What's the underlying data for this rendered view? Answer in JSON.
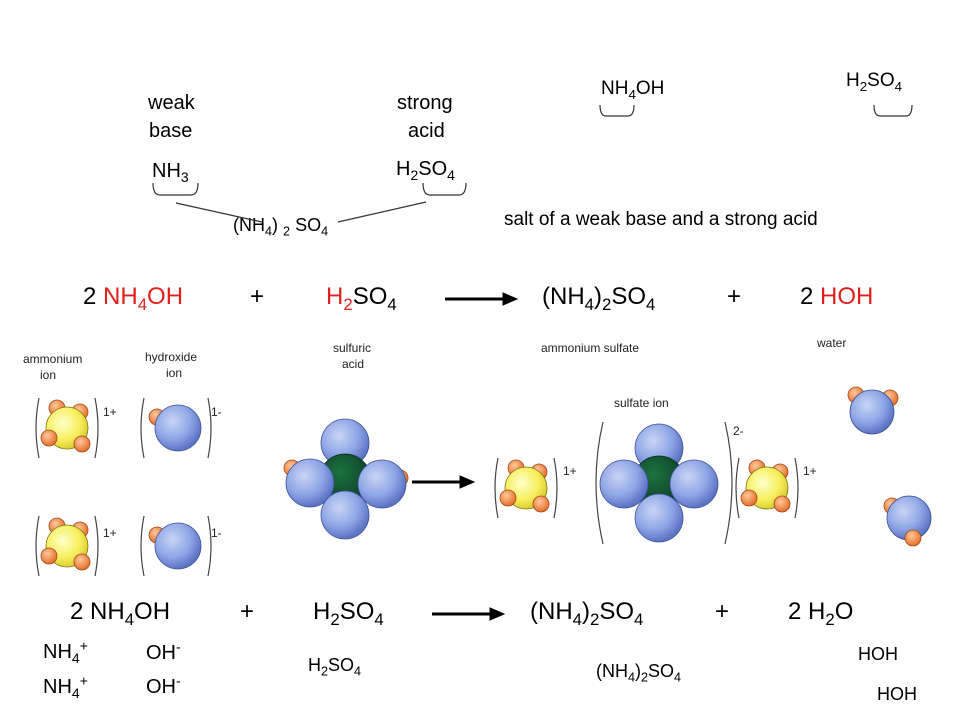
{
  "top": {
    "weak_base_line1": "weak",
    "weak_base_line2": "base",
    "strong_acid_line1": "strong",
    "strong_acid_line2": "acid",
    "nh3": {
      "main": "NH",
      "sub": "3"
    },
    "h2so4_left": {
      "a": "H",
      "sub": "2",
      "b": "SO",
      "sub2": "4"
    },
    "salt_formula": {
      "a": "(NH",
      "sub1": "4",
      "b": ")",
      "sub2": "2",
      "c": "SO",
      "sub3": "4"
    },
    "nh4oh_top": {
      "a": "NH",
      "sub": "4",
      "b": "OH"
    },
    "h2so4_top": {
      "a": "H",
      "sub": "2",
      "b": "SO",
      "sub2": "4"
    },
    "salt_description": "salt of a weak base and a strong acid"
  },
  "equation1": {
    "coef1": "2",
    "reactant1": {
      "a": "NH",
      "sub": "4",
      "b": "OH"
    },
    "plus1": "+",
    "reactant2": {
      "a": "H",
      "sub": "2",
      "b": "SO",
      "sub2": "4"
    },
    "product1": {
      "a": "(NH",
      "sub1": "4",
      "b": ")",
      "sub2": "2",
      "c": "SO",
      "sub3": "4"
    },
    "plus2": "+",
    "coef2": "2",
    "product2": "HOH"
  },
  "molecule_labels": {
    "ammonium_line1": "ammonium",
    "ammonium_line2": "ion",
    "hydroxide_line1": "hydroxide",
    "hydroxide_line2": "ion",
    "sulfuric_line1": "sulfuric",
    "sulfuric_line2": "acid",
    "ammonium_sulfate": "ammonium sulfate",
    "water": "water",
    "sulfate_ion": "sulfate ion"
  },
  "charges": {
    "ammonium": "1+",
    "hydroxide": "1-",
    "sulfate": "2-"
  },
  "equation2": {
    "reactant1": {
      "a": "2 NH",
      "sub": "4",
      "b": "OH"
    },
    "plus1": "+",
    "reactant2": {
      "a": "H",
      "sub": "2",
      "b": "SO",
      "sub2": "4"
    },
    "product1": {
      "a": "(NH",
      "sub1": "4",
      "b": ")",
      "sub2": "2",
      "c": "SO",
      "sub3": "4"
    },
    "plus2": "+",
    "product2": {
      "a": "2 H",
      "sub": "2",
      "b": "O"
    }
  },
  "ions": {
    "nh4": {
      "main": "NH",
      "sub": "4",
      "sup": "+"
    },
    "oh": {
      "main": "OH",
      "sup": "-"
    },
    "h2so4": {
      "a": "H",
      "sub": "2",
      "b": "SO",
      "sub2": "4"
    },
    "salt": {
      "a": "(NH",
      "sub1": "4",
      "b": ")",
      "sub2": "2",
      "c": "SO",
      "sub3": "4"
    },
    "hoh": "HOH"
  },
  "colors": {
    "red_text": "#e0201c",
    "sulfur_green": "#0e4d2a",
    "oxygen_blue": "#8fa6e6",
    "nitrogen_yellow": "#f7f060",
    "hydrogen_orange": "#f08a4b"
  }
}
